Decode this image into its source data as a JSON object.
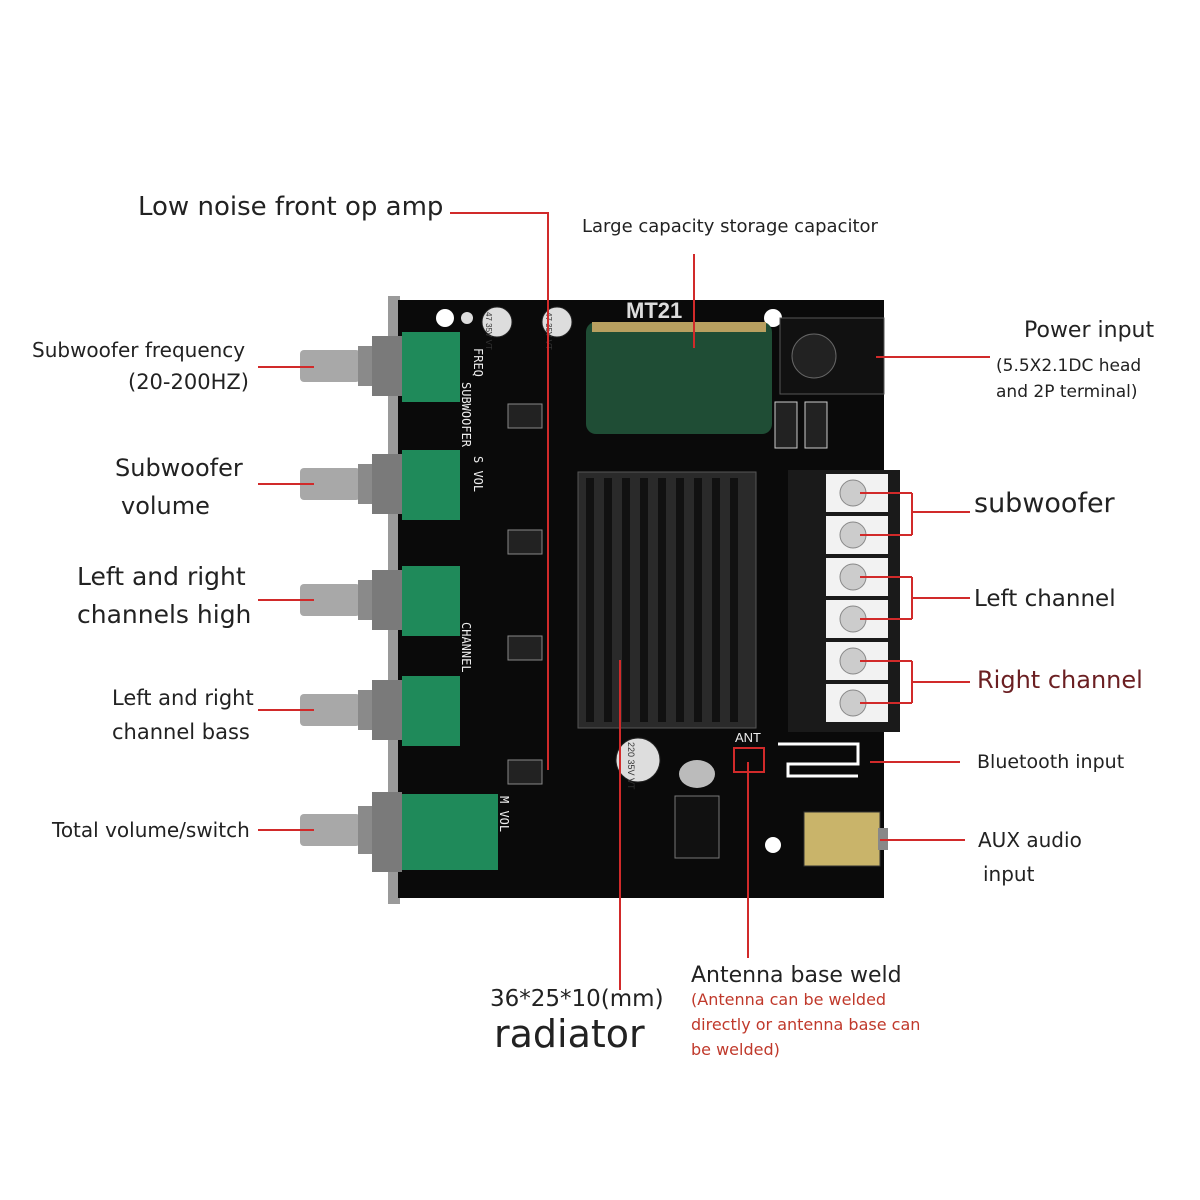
{
  "board": {
    "model": "MT21",
    "silk_freq": "FREQ",
    "silk_subwoofer": "SUBWOOFER",
    "silk_s_vol": "S VOL",
    "silk_channel": "CHANNEL",
    "silk_m_vol": "M VOL",
    "silk_ant": "ANT",
    "cap1": "47 35V VT",
    "cap_220": "220 35V VT"
  },
  "labels": {
    "op_amp": "Low noise front op amp",
    "storage_cap": "Large capacity storage capacitor",
    "power_input": "Power input",
    "power_input_detail_1": "(5.5X2.1DC head",
    "power_input_detail_2": "and 2P terminal)",
    "sub_freq_1": "Subwoofer frequency",
    "sub_freq_2": "(20-200HZ)",
    "sub_vol_1": "Subwoofer",
    "sub_vol_2": "volume",
    "lr_high_1": "Left and right",
    "lr_high_2": "channels high",
    "lr_bass_1": "Left and right",
    "lr_bass_2": "channel bass",
    "total_vol": "Total volume/switch",
    "subwoofer": "subwoofer",
    "left_channel": "Left channel",
    "right_channel": "Right channel",
    "bluetooth": "Bluetooth input",
    "aux_1": "AUX audio",
    "aux_2": "input",
    "radiator_size": "36*25*10(mm)",
    "radiator": "radiator",
    "antenna_title": "Antenna base weld",
    "antenna_note_1": "(Antenna can be welded",
    "antenna_note_2": "directly or antenna base can",
    "antenna_note_3": "be welded)"
  },
  "colors": {
    "board": "#0a0a0a",
    "pointer": "#d12a2a",
    "pot_green": "#1f8a5a",
    "capacitor": "#1f4d35"
  }
}
